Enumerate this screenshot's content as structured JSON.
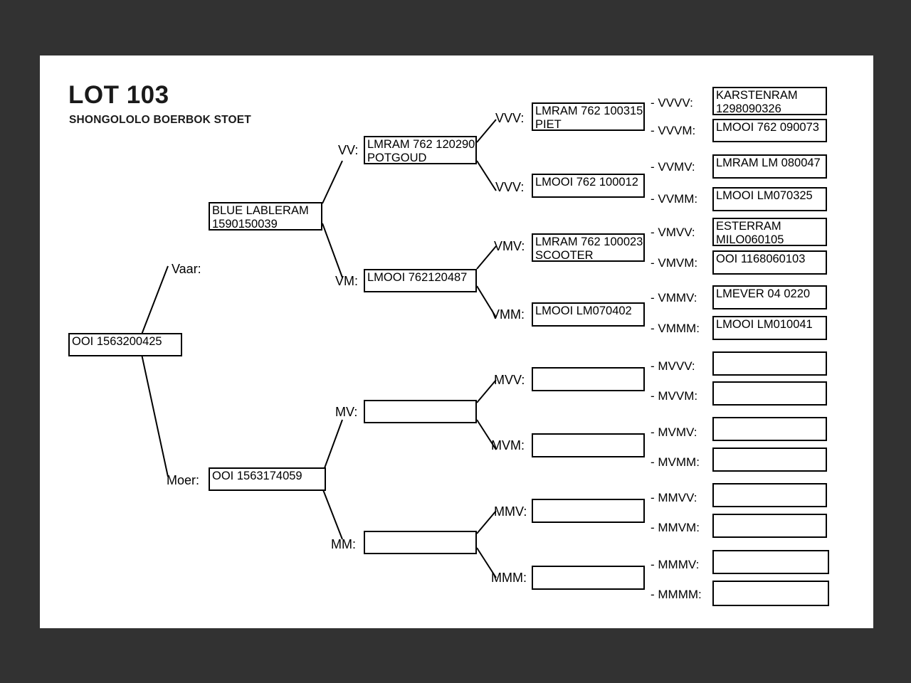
{
  "header": {
    "title": "LOT 103",
    "subtitle": "SHONGOLOLO BOERBOK STOET"
  },
  "colors": {
    "background": "#323232",
    "page": "#ffffff",
    "ink": "#000000"
  },
  "labels": {
    "sire": "Vaar:",
    "dam": "Moer:",
    "vv": "VV:",
    "vm": "VM:",
    "vvv": "VVV:",
    "vvm": "VVV:",
    "vmv": "VMV:",
    "vmm": "VMM:",
    "vvvv": "- VVVV:",
    "vvvm": "- VVVM:",
    "vvmv": "- VVMV:",
    "vvmm": "- VVMM:",
    "vmvv": "- VMVV:",
    "vmvm": "- VMVM:",
    "vmmv": "- VMMV:",
    "vmmm": "- VMMM:",
    "mv": "MV:",
    "mm": "MM:",
    "mvv": "MVV:",
    "mvm": "MVM:",
    "mmv": "MMV:",
    "mmm": "MMM:",
    "mvvv": "- MVVV:",
    "mvvm": "- MVVM:",
    "mvmv": "- MVMV:",
    "mvmm": "- MVMM:",
    "mmvv": "- MMVV:",
    "mmvm": "- MMVM:",
    "mmmv": "- MMMV:",
    "mmmm": "- MMMM:"
  },
  "animals": {
    "subject": "OOI 1563200425",
    "v": "BLUE LABLERAM\n1590150039",
    "m": "OOI 1563174059",
    "vv": "LMRAM 762 120290\nPOTGOUD",
    "vm": "LMOOI 762120487",
    "mv": "",
    "mm": "",
    "vvv": "LMRAM 762 100315\nPIET",
    "vvm": "LMOOI 762 100012",
    "vmv": "LMRAM 762 100023\nSCOOTER",
    "vmm": "LMOOI LM070402",
    "mvv": "",
    "mvm": "",
    "mmv": "",
    "mmm": "",
    "vvvv": "KARSTENRAM\n1298090326",
    "vvvm": "LMOOI 762 090073",
    "vvmv": "LMRAM LM 080047",
    "vvmm": "LMOOI LM070325",
    "vmvv": "ESTERRAM\nMILO060105",
    "vmvm": "OOI 1168060103",
    "vmmv": "LMEVER 04 0220",
    "vmmm": "LMOOI LM010041",
    "mvvv": "",
    "mvvm": "",
    "mvmv": "",
    "mvmm": "",
    "mmvv": "",
    "mmvm": "",
    "mmmv": "",
    "mmmm": ""
  }
}
